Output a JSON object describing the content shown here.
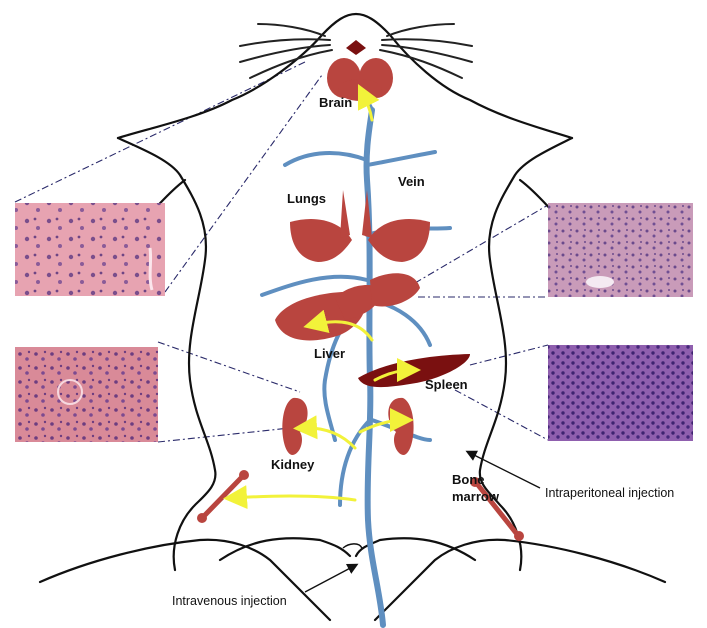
{
  "labels": {
    "brain": "Brain",
    "vein": "Vein",
    "lungs": "Lungs",
    "liver": "Liver",
    "spleen": "Spleen",
    "kidney": "Kidney",
    "bone": "Bone",
    "marrow": "marrow",
    "intraperitoneal": "Intraperitoneal injection",
    "intravenous": "Intravenous injection"
  },
  "colors": {
    "organ": "#b9453f",
    "organ_dark": "#7a1010",
    "vein": "#5f8fc0",
    "arrow": "#f2f23a",
    "outline": "#111111",
    "guide_line": "#2a2a6a",
    "tissue_brain": "#e7a3b1",
    "tissue_kidney": "#d98a98",
    "tissue_liver": "#c99bb9",
    "tissue_spleen": "#8f5fae"
  },
  "micrographs": [
    {
      "name": "brain-micrograph",
      "tissue": "brain"
    },
    {
      "name": "kidney-micrograph",
      "tissue": "kidney"
    },
    {
      "name": "liver-micrograph",
      "tissue": "liver"
    },
    {
      "name": "spleen-micrograph",
      "tissue": "spleen"
    }
  ]
}
